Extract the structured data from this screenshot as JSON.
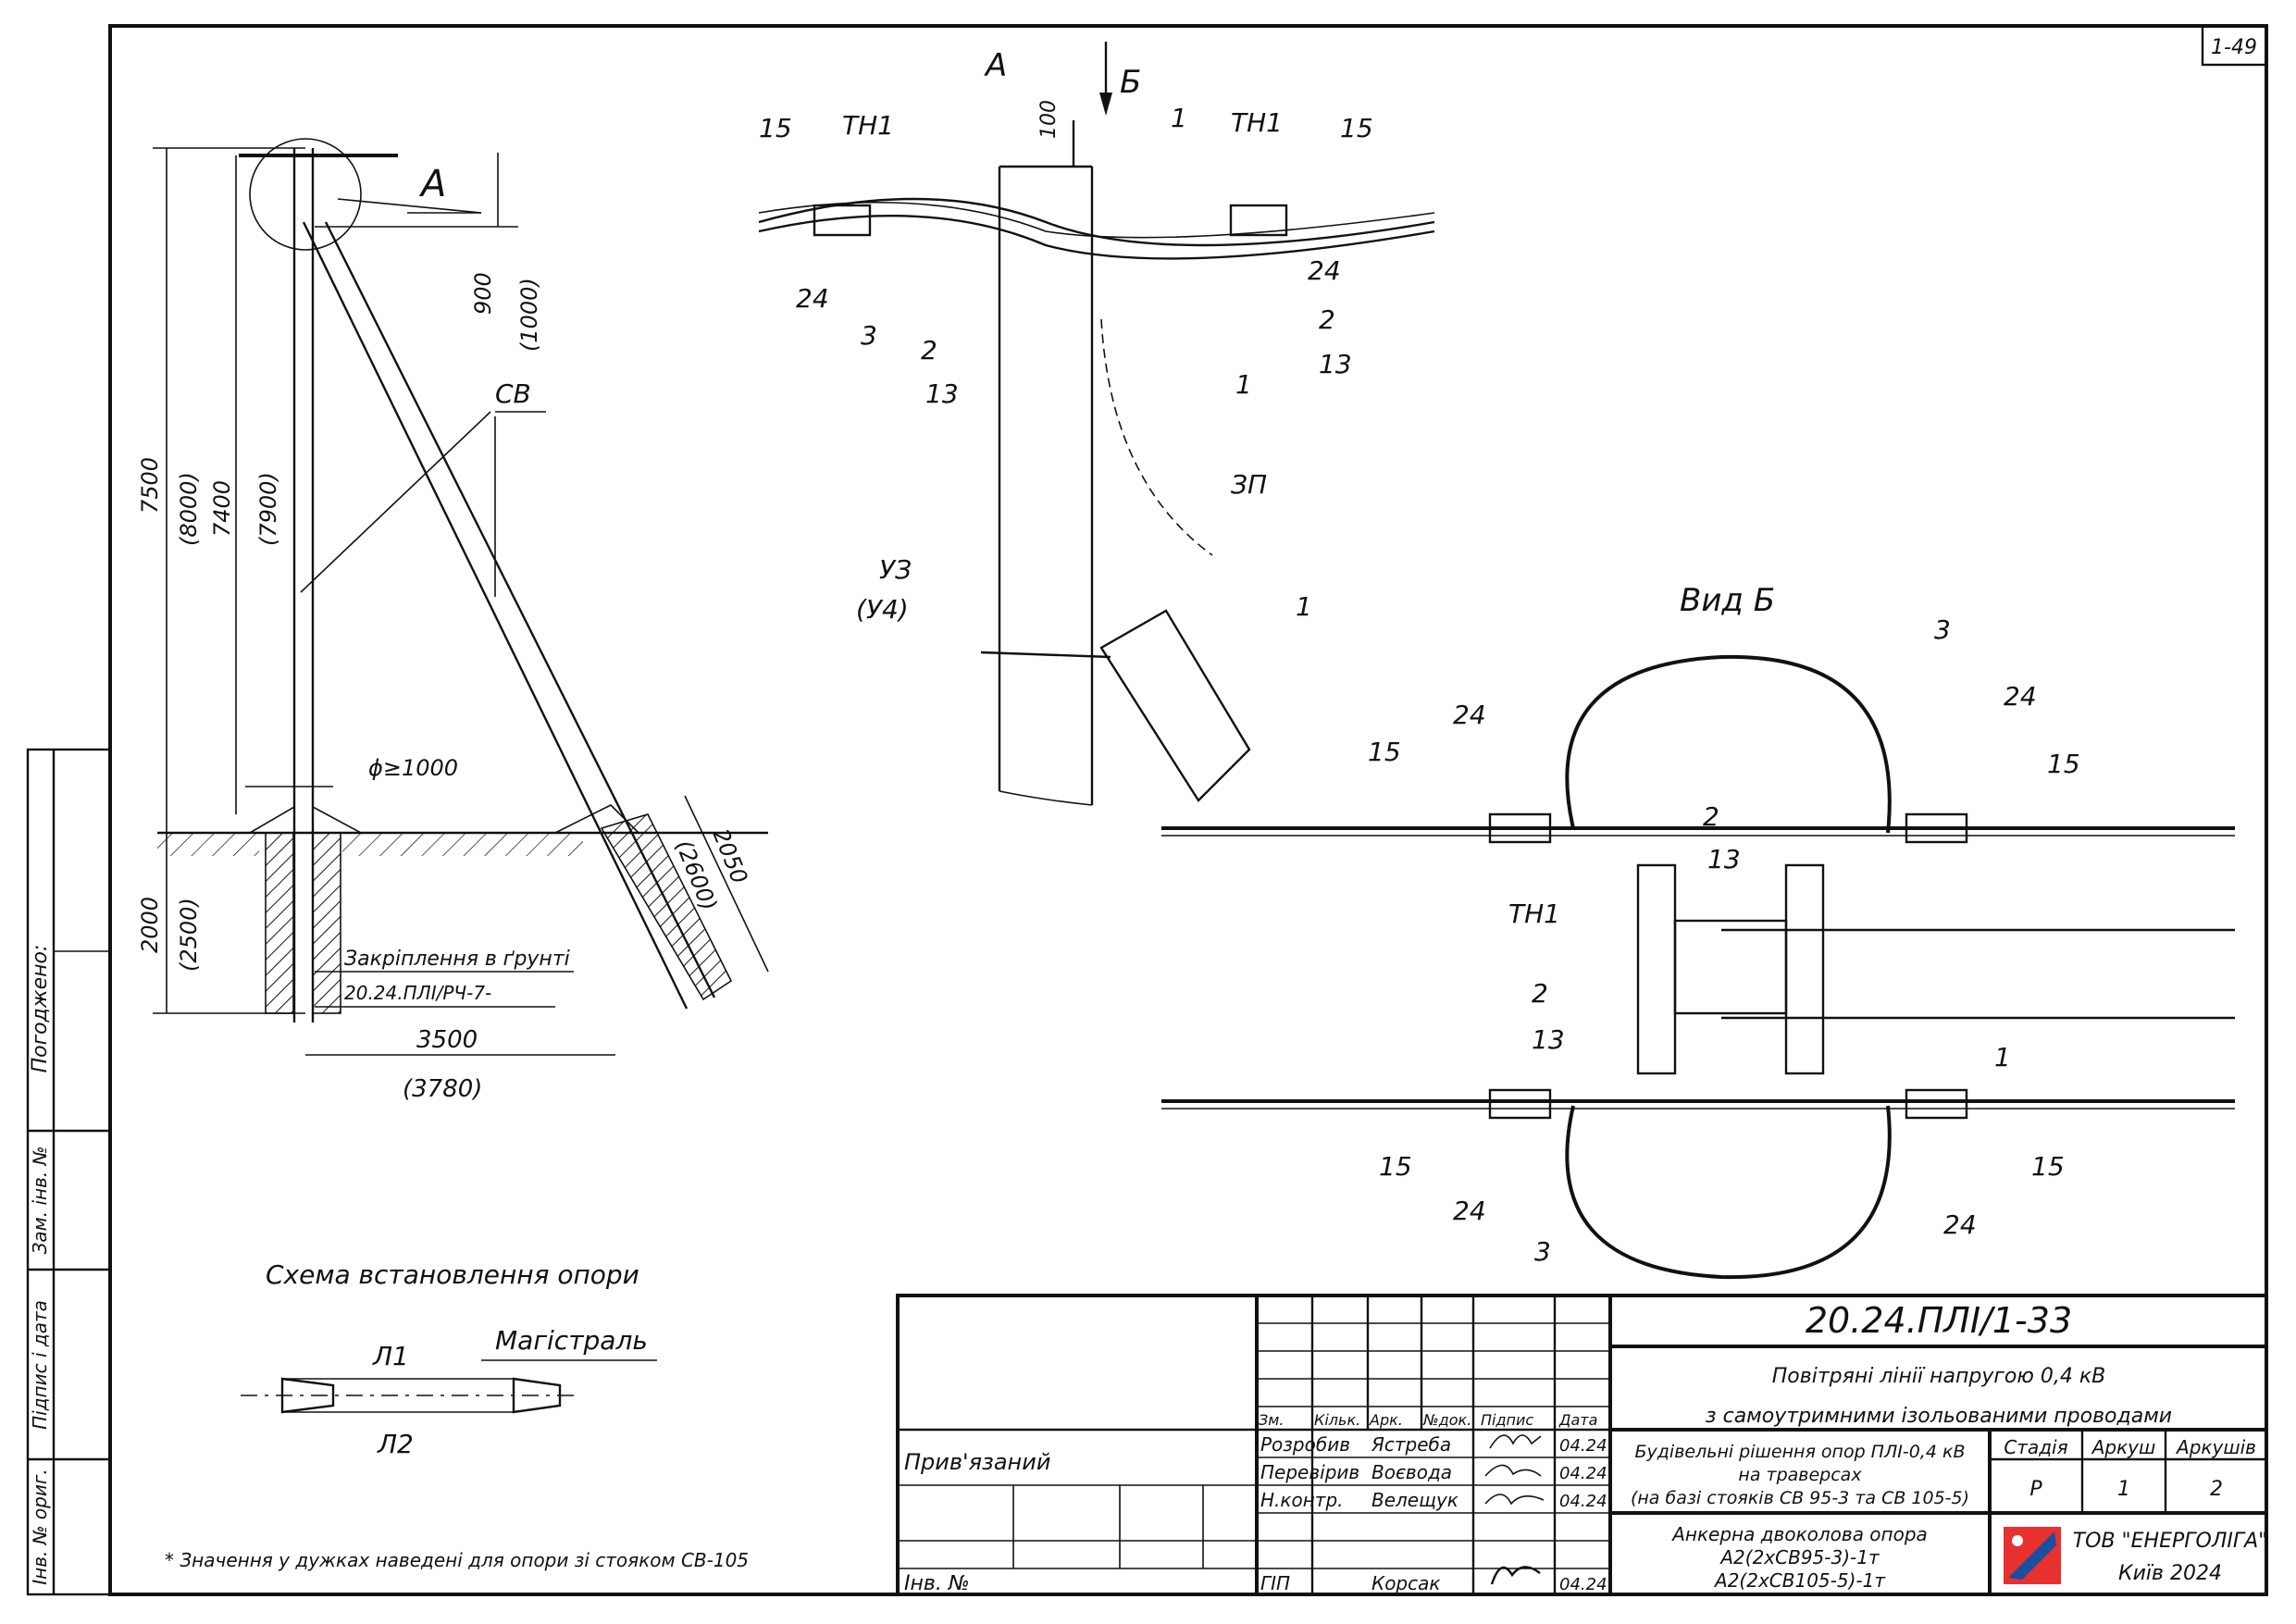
{
  "sheet_number": "1-49",
  "left_stamp": {
    "agreed": "Погоджено:",
    "replacement_inv": "Зам. інв. №",
    "signature_date": "Підпис і дата",
    "original_inv": "Інв. № ориг."
  },
  "elevation": {
    "callout_a": "А",
    "dim_900": "900",
    "dim_900_alt": "(1000)",
    "dim_7500": "7500",
    "dim_7500_alt": "(8000)",
    "dim_7400": "7400",
    "dim_7400_alt": "(7900)",
    "label_sv": "СВ",
    "dim_diameter": "ϕ≥1000",
    "dim_2000": "2000",
    "dim_2000_alt": "(2500)",
    "dim_2050": "2050",
    "dim_2050_alt": "(2600)",
    "soil_fixing": "Закріплення в ґрунті",
    "soil_fixing_code": "20.24.ПЛІ/РЧ-7-",
    "dim_3500": "3500",
    "dim_3500_alt": "(3780)",
    "asterisk": "*"
  },
  "detail_a": {
    "title": "А",
    "arrow_b": "Б",
    "dim_100": "100",
    "labels": [
      "15",
      "ТН1",
      "1",
      "ТН1",
      "15",
      "24",
      "24",
      "3",
      "2",
      "2",
      "13",
      "13",
      "1",
      "ЗП",
      "УЗ",
      "(У4)",
      "1"
    ]
  },
  "view_b": {
    "title": "Вид Б",
    "labels": [
      "3",
      "24",
      "24",
      "15",
      "15",
      "2",
      "13",
      "ТН1",
      "2",
      "13",
      "1",
      "15",
      "15",
      "24",
      "24",
      "3"
    ]
  },
  "scheme": {
    "title": "Схема встановлення опори",
    "l1": "Л1",
    "l2": "Л2",
    "main": "Магістраль"
  },
  "footnote": "* Значення у дужках наведені для опори зі стояком СВ-105",
  "title_block": {
    "doc_code": "20.24.ПЛІ/1-33",
    "title_line1": "Повітряні лінії напругою 0,4 кВ",
    "title_line2": "з самоутримними ізольованими проводами",
    "col_headers": [
      "Зм.",
      "Кільк.",
      "Арк.",
      "№док.",
      "Підпис",
      "Дата"
    ],
    "bound": "Прив'язаний",
    "inv_no": "Інв. №",
    "rows": [
      {
        "role": "Розробив",
        "name": "Ястреба",
        "date": "04.24"
      },
      {
        "role": "Перевірив",
        "name": "Воєвода",
        "date": "04.24"
      },
      {
        "role": "Н.контр.",
        "name": "Велещук",
        "date": "04.24"
      },
      {
        "role": "ГІП",
        "name": "Корсак",
        "date": "04.24"
      }
    ],
    "section_line1": "Будівельні рішення опор ПЛІ-0,4 кВ",
    "section_line2": "на траверсах",
    "section_line3": "(на базі стояків СВ 95-3 та СВ 105-5)",
    "stage_header": "Стадія",
    "sheet_header": "Аркуш",
    "sheets_header": "Аркушів",
    "stage": "Р",
    "sheet": "1",
    "sheets": "2",
    "drawing_line1": "Анкерна двоколова опора",
    "drawing_line2": "А2(2хСВ95-3)-1т",
    "drawing_line3": "А2(2хСВ105-5)-1т",
    "company": "ТОВ \"ЕНЕРГОЛІГА\"",
    "city_year": "Київ 2024"
  }
}
